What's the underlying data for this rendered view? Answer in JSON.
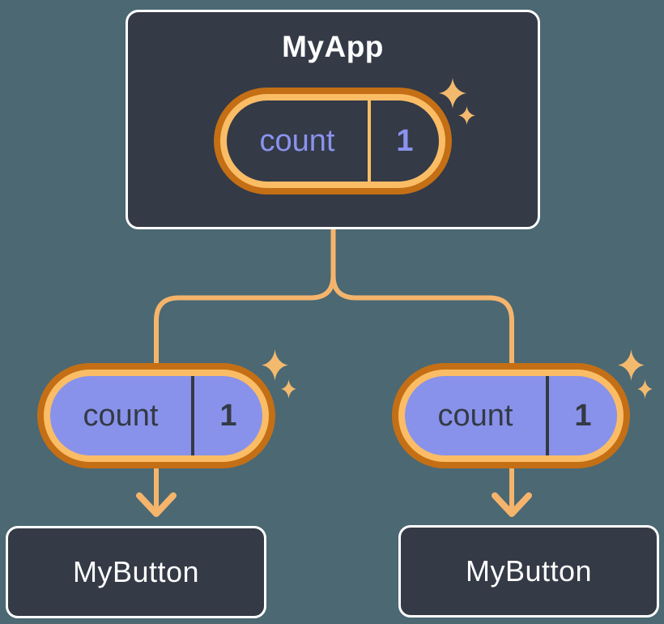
{
  "palette": {
    "background": "#4B6873",
    "card_bg": "#343A46",
    "card_border": "#FFFFFF",
    "ring_outer": "#C46F15",
    "ring_inner": "#FABD66",
    "connector": "#F5B46C",
    "sparkle": "#F3BA6E",
    "purple_fill": "#8992EA",
    "purple_text": "#8A93EE",
    "dark_text": "#333A45",
    "light_text": "#FFFFFF"
  },
  "diagram": {
    "root": {
      "title": "MyApp",
      "state": {
        "name": "count",
        "value": "1"
      }
    },
    "children": [
      {
        "title": "MyButton",
        "state": {
          "name": "count",
          "value": "1"
        }
      },
      {
        "title": "MyButton",
        "state": {
          "name": "count",
          "value": "1"
        }
      }
    ]
  }
}
